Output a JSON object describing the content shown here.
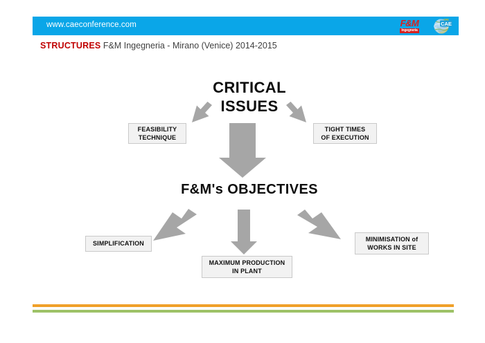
{
  "header": {
    "url": "www.caeconference.com",
    "band_color": "#0aa6e8",
    "logos": [
      {
        "name": "fm-ingegneria-logo",
        "mark": "F&M",
        "sub": "Ingegneria",
        "color": "#d9201f"
      },
      {
        "name": "cae-logo",
        "text": "CAE",
        "sup": "CAE"
      }
    ]
  },
  "subtitle": {
    "keyword": "STRUCTURES",
    "keyword_color": "#c00000",
    "rest": "F&M Ingegneria - Mirano (Venice) 2014-2015"
  },
  "diagram": {
    "root": {
      "line1": "CRITICAL",
      "line2": "ISSUES"
    },
    "root_children": [
      {
        "name": "feasibility-technique",
        "line1": "FEASIBILITY",
        "line2": "TECHNIQUE"
      },
      {
        "name": "tight-times-of-execution",
        "line1": "TIGHT TIMES",
        "line2": "OF EXECUTION"
      }
    ],
    "middle": {
      "text": "F&M's OBJECTIVES"
    },
    "objectives": [
      {
        "name": "simplification",
        "line1": "SIMPLIFICATION",
        "line2": ""
      },
      {
        "name": "maximum-production-in-plant",
        "line1": "MAXIMUM PRODUCTION",
        "line2": "IN PLANT"
      },
      {
        "name": "minimisation-of-works-in-site",
        "line1": "MINIMISATION of",
        "line2": "WORKS IN SITE"
      }
    ],
    "arrow_color": "#a6a6a6"
  },
  "footer": {
    "rule_orange": "#f0a029",
    "rule_green": "#9dc267"
  }
}
